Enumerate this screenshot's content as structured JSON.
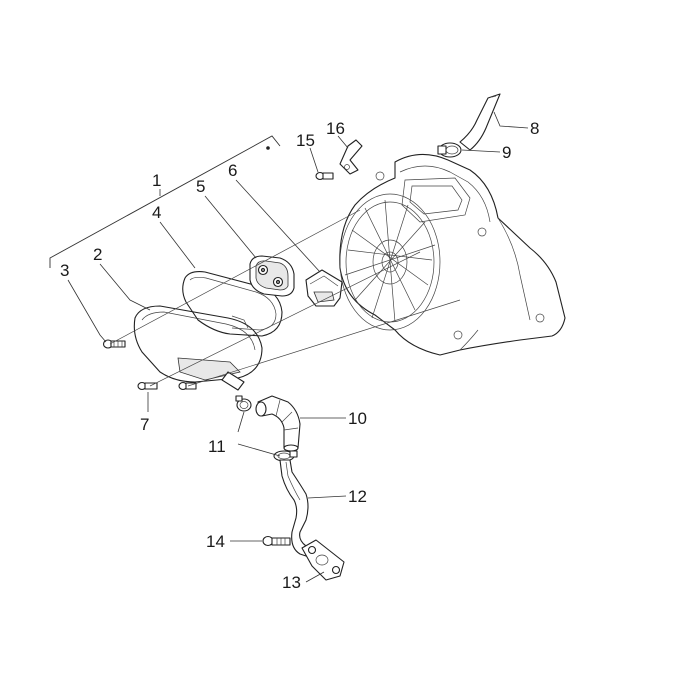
{
  "callouts": {
    "c1": "1",
    "c2": "2",
    "c3": "3",
    "c4": "4",
    "c5": "5",
    "c6": "6",
    "c7": "7",
    "c8": "8",
    "c9": "9",
    "c10": "10",
    "c11": "11",
    "c12": "12",
    "c13": "13",
    "c14": "14",
    "c15": "15",
    "c16": "16"
  },
  "colors": {
    "line": "#222222",
    "background": "#ffffff"
  }
}
